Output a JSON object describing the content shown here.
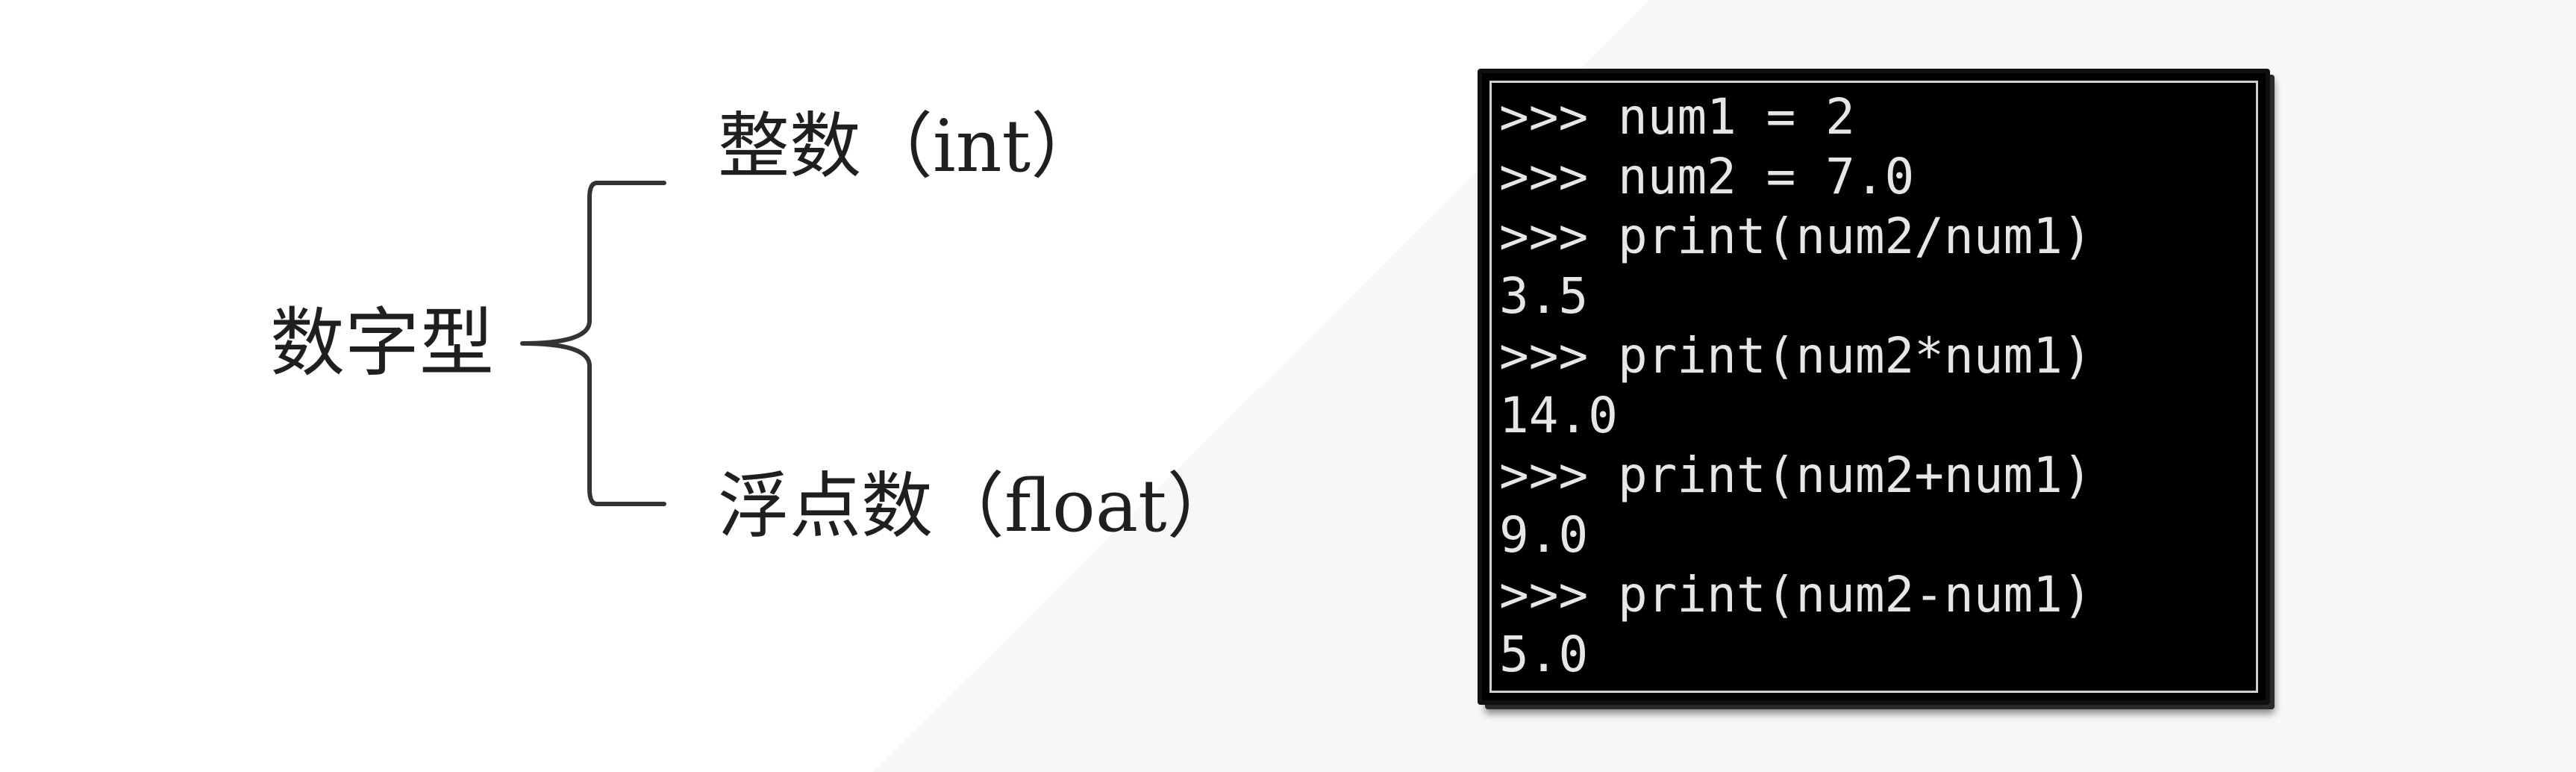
{
  "diagram": {
    "root_label": "数字型",
    "branches": [
      {
        "label": "整数（int）"
      },
      {
        "label": "浮点数（float）"
      }
    ]
  },
  "terminal": {
    "lines": [
      ">>> num1 = 2",
      ">>> num2 = 7.0",
      ">>> print(num2/num1)",
      "3.5",
      ">>> print(num2*num1)",
      "14.0",
      ">>> print(num2+num1)",
      "9.0",
      ">>> print(num2-num1)",
      "5.0"
    ]
  }
}
